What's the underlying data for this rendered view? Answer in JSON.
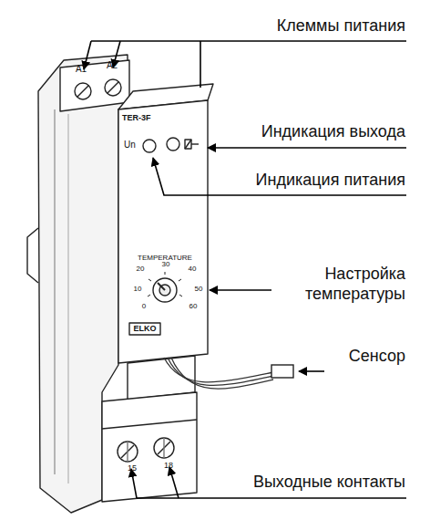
{
  "diagram": {
    "labels": [
      "Клеммы питания",
      "A1",
      "A2",
      "TER-3F",
      "Индикация выхода",
      "Un",
      "Индикация питания",
      "TEMPERATURE",
      "20",
      "30",
      "40",
      "10",
      "50",
      "0",
      "60",
      "Настройка температуры",
      "ELKO",
      "Сенсор",
      "15",
      "18",
      "Выходные контакты"
    ]
  }
}
